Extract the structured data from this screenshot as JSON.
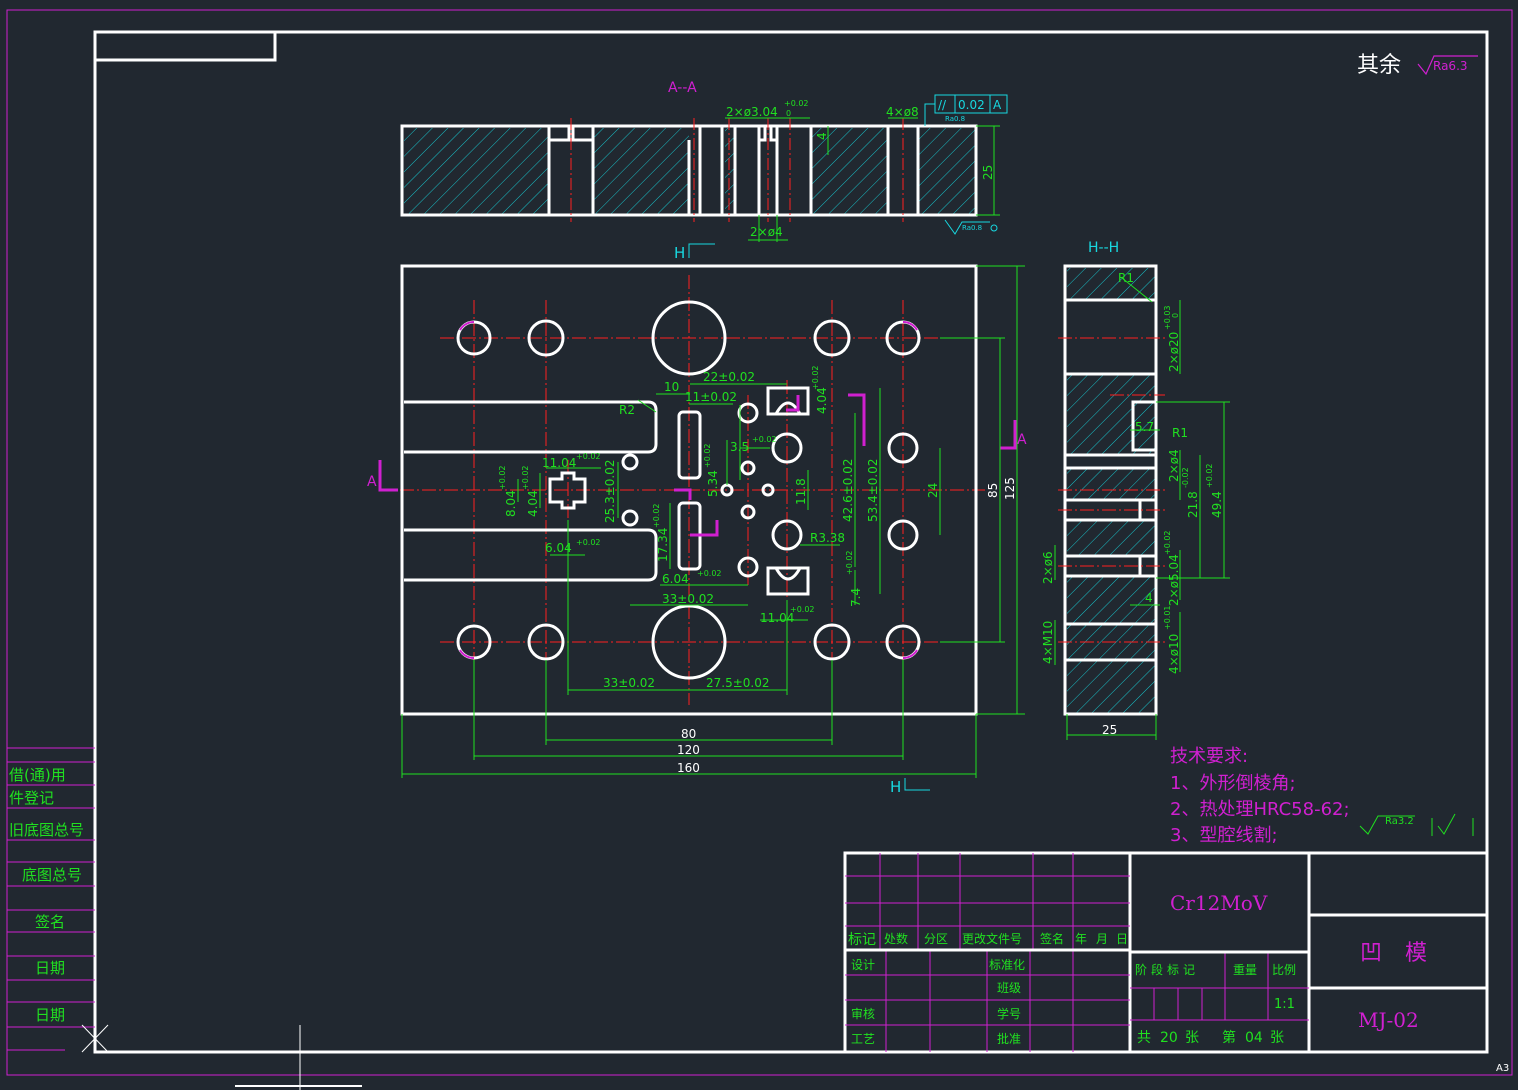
{
  "sheet": {
    "size": "A3"
  },
  "roughness": {
    "rest_label": "其余",
    "rest_value": "Ra6.3",
    "tech_value": "Ra3.2",
    "face_value": "Ra0.8"
  },
  "views": {
    "section_aa": "A--A",
    "section_hh": "H--H",
    "cut_h_top": "H",
    "cut_h_bottom": "H",
    "cut_a_left": "A",
    "cut_a_right": "A"
  },
  "tolerance_frame": {
    "symbol": "//",
    "value": "0.02",
    "datum": "A"
  },
  "dims": {
    "top": [
      "2×ø3.04",
      "+0.02",
      "0",
      "4×ø8",
      "4",
      "25",
      "2×ø4"
    ],
    "plan": [
      "22±0.02",
      "10",
      "11±0.02",
      "R2",
      "11.04",
      "+0.02",
      "8.04",
      "+0.02",
      "4.04",
      "+0.02",
      "25.3±0.02",
      "5.34",
      "+0.02",
      "3.5",
      "+0.02",
      "4.04",
      "+0.02",
      "11.8",
      "42.6±0.02",
      "53.4±0.02",
      "24",
      "85",
      "125",
      "6.04",
      "+0.02",
      "17.34",
      "+0.02",
      "R3.38",
      "6.04",
      "+0.02",
      "33±0.02",
      "7.4",
      "+0.02",
      "11.04",
      "+0.02",
      "33±0.02",
      "27.5±0.02",
      "80",
      "120",
      "160"
    ],
    "side": [
      "R1",
      "2×ø20",
      "+0.03",
      "0",
      "5.7",
      "R1",
      "2×ø4",
      "21.8",
      "-0.02",
      "49.4",
      "+0.02",
      "2×ø6",
      "2×ø5.04",
      "+0.02",
      "4",
      "4×M10",
      "4×ø10",
      "+0.01",
      "25"
    ]
  },
  "tech_requirements": {
    "title": "技术要求:",
    "items": [
      "1、外形倒棱角;",
      "2、热处理HRC58-62;",
      "3、型腔线割;"
    ]
  },
  "left_strip": [
    "借(通)用",
    "件登记",
    "旧底图总号",
    "底图总号",
    "签名",
    "日期",
    "日期"
  ],
  "title_block": {
    "revision_headers": [
      "标记",
      "处数",
      "分区",
      "更改文件号",
      "签名",
      "年",
      "月",
      "日"
    ],
    "rows": [
      "设计",
      "审核",
      "工艺"
    ],
    "mid": [
      "标准化",
      "班级",
      "学号",
      "批准"
    ],
    "material": "Cr12MoV",
    "stage_headers": [
      "阶段标记",
      "重量",
      "比例"
    ],
    "scale": "1:1",
    "sheets_total_label": "共",
    "sheets_total": "20",
    "sheets_unit": "张",
    "sheet_no_label": "第",
    "sheet_no": "04",
    "part_name": "凹 模",
    "drawing_no": "MJ-02"
  },
  "colors": {
    "background": "#212830",
    "outline": "#ffffff",
    "dimension": "#20e020",
    "center": "#ff2020",
    "frame": "#d020d0",
    "hatch": "#18c0c8"
  }
}
